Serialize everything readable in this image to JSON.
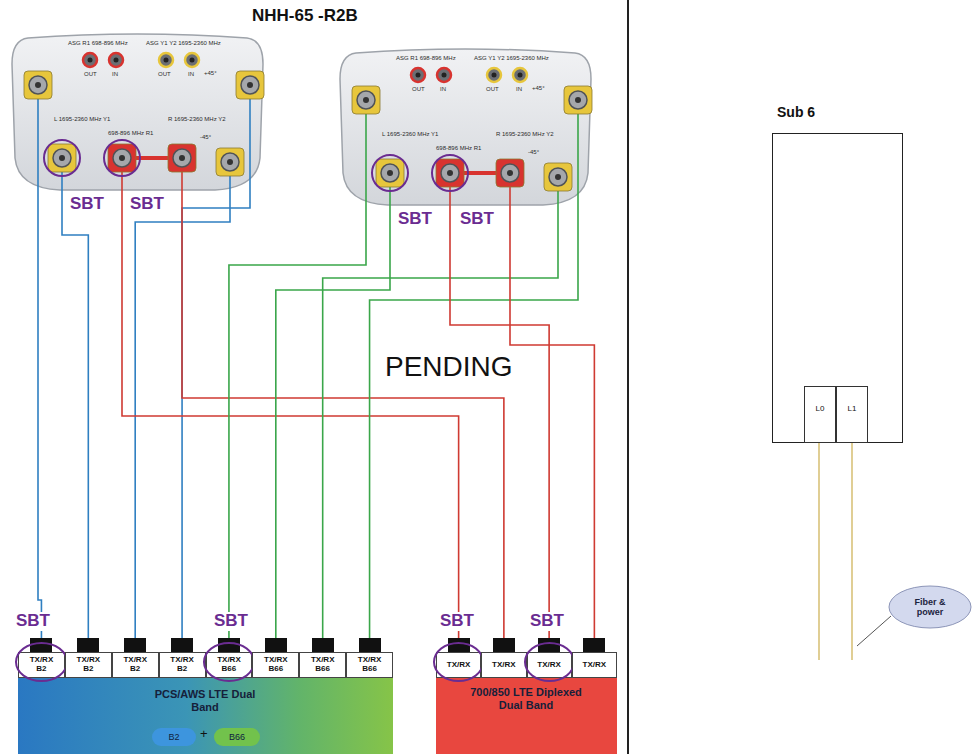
{
  "diagram": {
    "title": "NHH-65 -R2B",
    "nodes": [
      {
        "text": [
          "ASG R1 698-896 MHz",
          "OUT",
          "IN",
          "ASG Y1 Y2 1695-2360 MHz",
          "OUT",
          "IN",
          "L 1695-2360 MHz Y1",
          "698-896 MHz R1",
          "R 1695-2360 MHz Y2",
          "-45°",
          "+45°"
        ]
      },
      {
        "text": [
          "ASG R1 698-896 MHz",
          "OUT",
          "IN",
          "ASG Y1 Y2 1695-2360 MHz",
          "OUT",
          "IN",
          "L 1695-2360 MHz Y1",
          "698-896 MHz R1",
          "R 1695-2360 MHz Y2",
          "-45°",
          "+45°"
        ]
      },
      {
        "text": [
          "Sub 6"
        ]
      },
      {
        "text": [
          "L0"
        ],
        "in": 2
      },
      {
        "text": [
          "L1"
        ],
        "in": 2
      },
      {
        "text": [
          "Fiber & power"
        ]
      },
      {
        "text": [
          "PCS/AWS LTE Dual Band"
        ]
      },
      {
        "text": [
          "TX/RX B2"
        ],
        "in": 6
      },
      {
        "text": [
          "TX/RX B2"
        ],
        "in": 6
      },
      {
        "text": [
          "TX/RX B2"
        ],
        "in": 6
      },
      {
        "text": [
          "TX/RX B2"
        ],
        "in": 6
      },
      {
        "text": [
          "TX/RX B66"
        ],
        "in": 6
      },
      {
        "text": [
          "TX/RX B66"
        ],
        "in": 6
      },
      {
        "text": [
          "TX/RX B66"
        ],
        "in": 6
      },
      {
        "text": [
          "TX/RX B66"
        ],
        "in": 6
      },
      {
        "text": [
          "B2"
        ],
        "in": 6
      },
      {
        "text": [
          "B66"
        ],
        "in": 6
      },
      {
        "text": [
          "700/850 LTE Diplexed Dual Band"
        ]
      },
      {
        "text": [
          "TX/RX"
        ],
        "in": 17
      },
      {
        "text": [
          "TX/RX"
        ],
        "in": 17
      },
      {
        "text": [
          "TX/RX"
        ],
        "in": 17
      },
      {
        "text": [
          "TX/RX"
        ],
        "in": 17
      }
    ],
    "edges": [
      {
        "from": 0,
        "to": 7,
        "arrow": "none"
      },
      {
        "from": 0,
        "to": 8,
        "arrow": "none"
      },
      {
        "from": 0,
        "to": 9,
        "arrow": "none"
      },
      {
        "from": 0,
        "to": 10,
        "arrow": "none"
      },
      {
        "from": 0,
        "to": 18,
        "arrow": "none"
      },
      {
        "from": 0,
        "to": 19,
        "arrow": "none"
      },
      {
        "from": 1,
        "to": 11,
        "arrow": "none"
      },
      {
        "from": 1,
        "to": 12,
        "arrow": "none"
      },
      {
        "from": 1,
        "to": 13,
        "arrow": "none"
      },
      {
        "from": 1,
        "to": 14,
        "arrow": "none"
      },
      {
        "from": 1,
        "to": 20,
        "arrow": "none"
      },
      {
        "from": 1,
        "to": 21,
        "arrow": "none"
      }
    ],
    "labels": [
      "SBT",
      "SBT",
      "SBT",
      "SBT",
      "SBT",
      "SBT",
      "SBT",
      "SBT",
      "PENDING",
      "+"
    ]
  }
}
